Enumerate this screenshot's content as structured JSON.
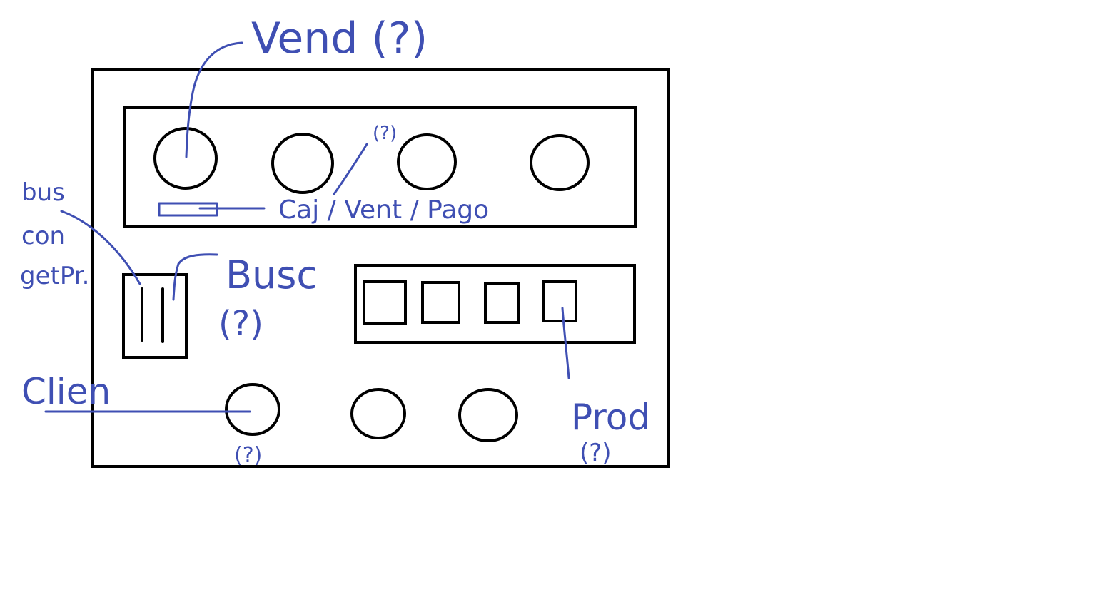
{
  "colors": {
    "frame": "#000000",
    "ink": "#3f4fb3",
    "background": "#ffffff"
  },
  "annotations": {
    "vend": "Vend (?)",
    "top_question": "(?)",
    "caj_vent_pago": "Caj / Vent / Pago",
    "bus_line1": "bus",
    "bus_line2": "con",
    "bus_line3": "getPr.",
    "busc_line1": "Busc",
    "busc_line2": "(?)",
    "clien": "Clien",
    "clien_question": "(?)",
    "prod_line1": "Prod",
    "prod_line2": "(?)"
  }
}
